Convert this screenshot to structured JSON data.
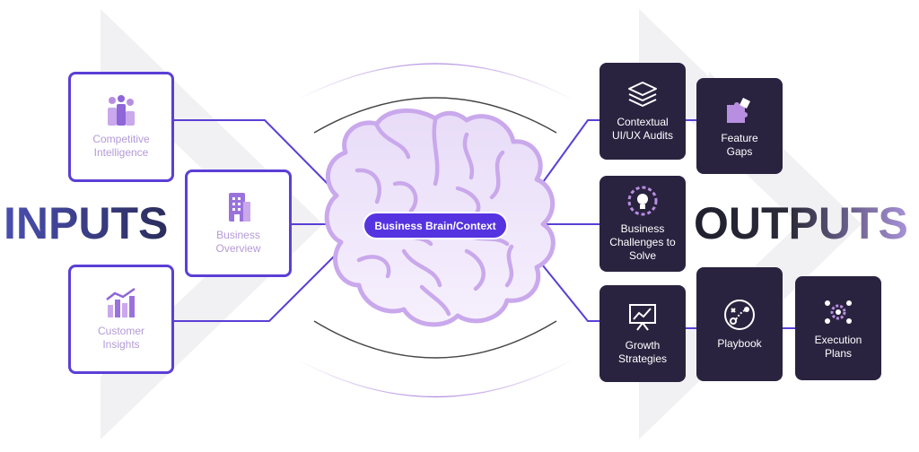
{
  "titles": {
    "inputs": "INPUTS",
    "outputs": "OUTPUTS"
  },
  "center": {
    "label": "Business Brain/Context"
  },
  "inputs": [
    {
      "key": "competitive",
      "label": "Competitive Intelligence",
      "icon": "people-bar-icon"
    },
    {
      "key": "overview",
      "label": "Business Overview",
      "icon": "building-icon"
    },
    {
      "key": "customer",
      "label": "Customer Insights",
      "icon": "growth-chart-icon"
    }
  ],
  "outputs": [
    {
      "key": "audits",
      "label": "Contextual UI/UX Audits",
      "icon": "layers-icon"
    },
    {
      "key": "gaps",
      "label": "Feature Gaps",
      "icon": "puzzle-icon"
    },
    {
      "key": "challenges",
      "label": "Business Challenges to Solve",
      "icon": "bulb-gear-icon"
    },
    {
      "key": "growth",
      "label": "Growth Strategies",
      "icon": "presentation-icon"
    },
    {
      "key": "playbook",
      "label": "Playbook",
      "icon": "play-diagram-icon"
    },
    {
      "key": "execution",
      "label": "Execution Plans",
      "icon": "gear-cycle-icon"
    }
  ],
  "colors": {
    "accent": "#5533e0",
    "line": "#5b3fd6",
    "card_dark": "#2a2340",
    "input_text": "#b49ad8",
    "brain": "#c9a8ec"
  }
}
